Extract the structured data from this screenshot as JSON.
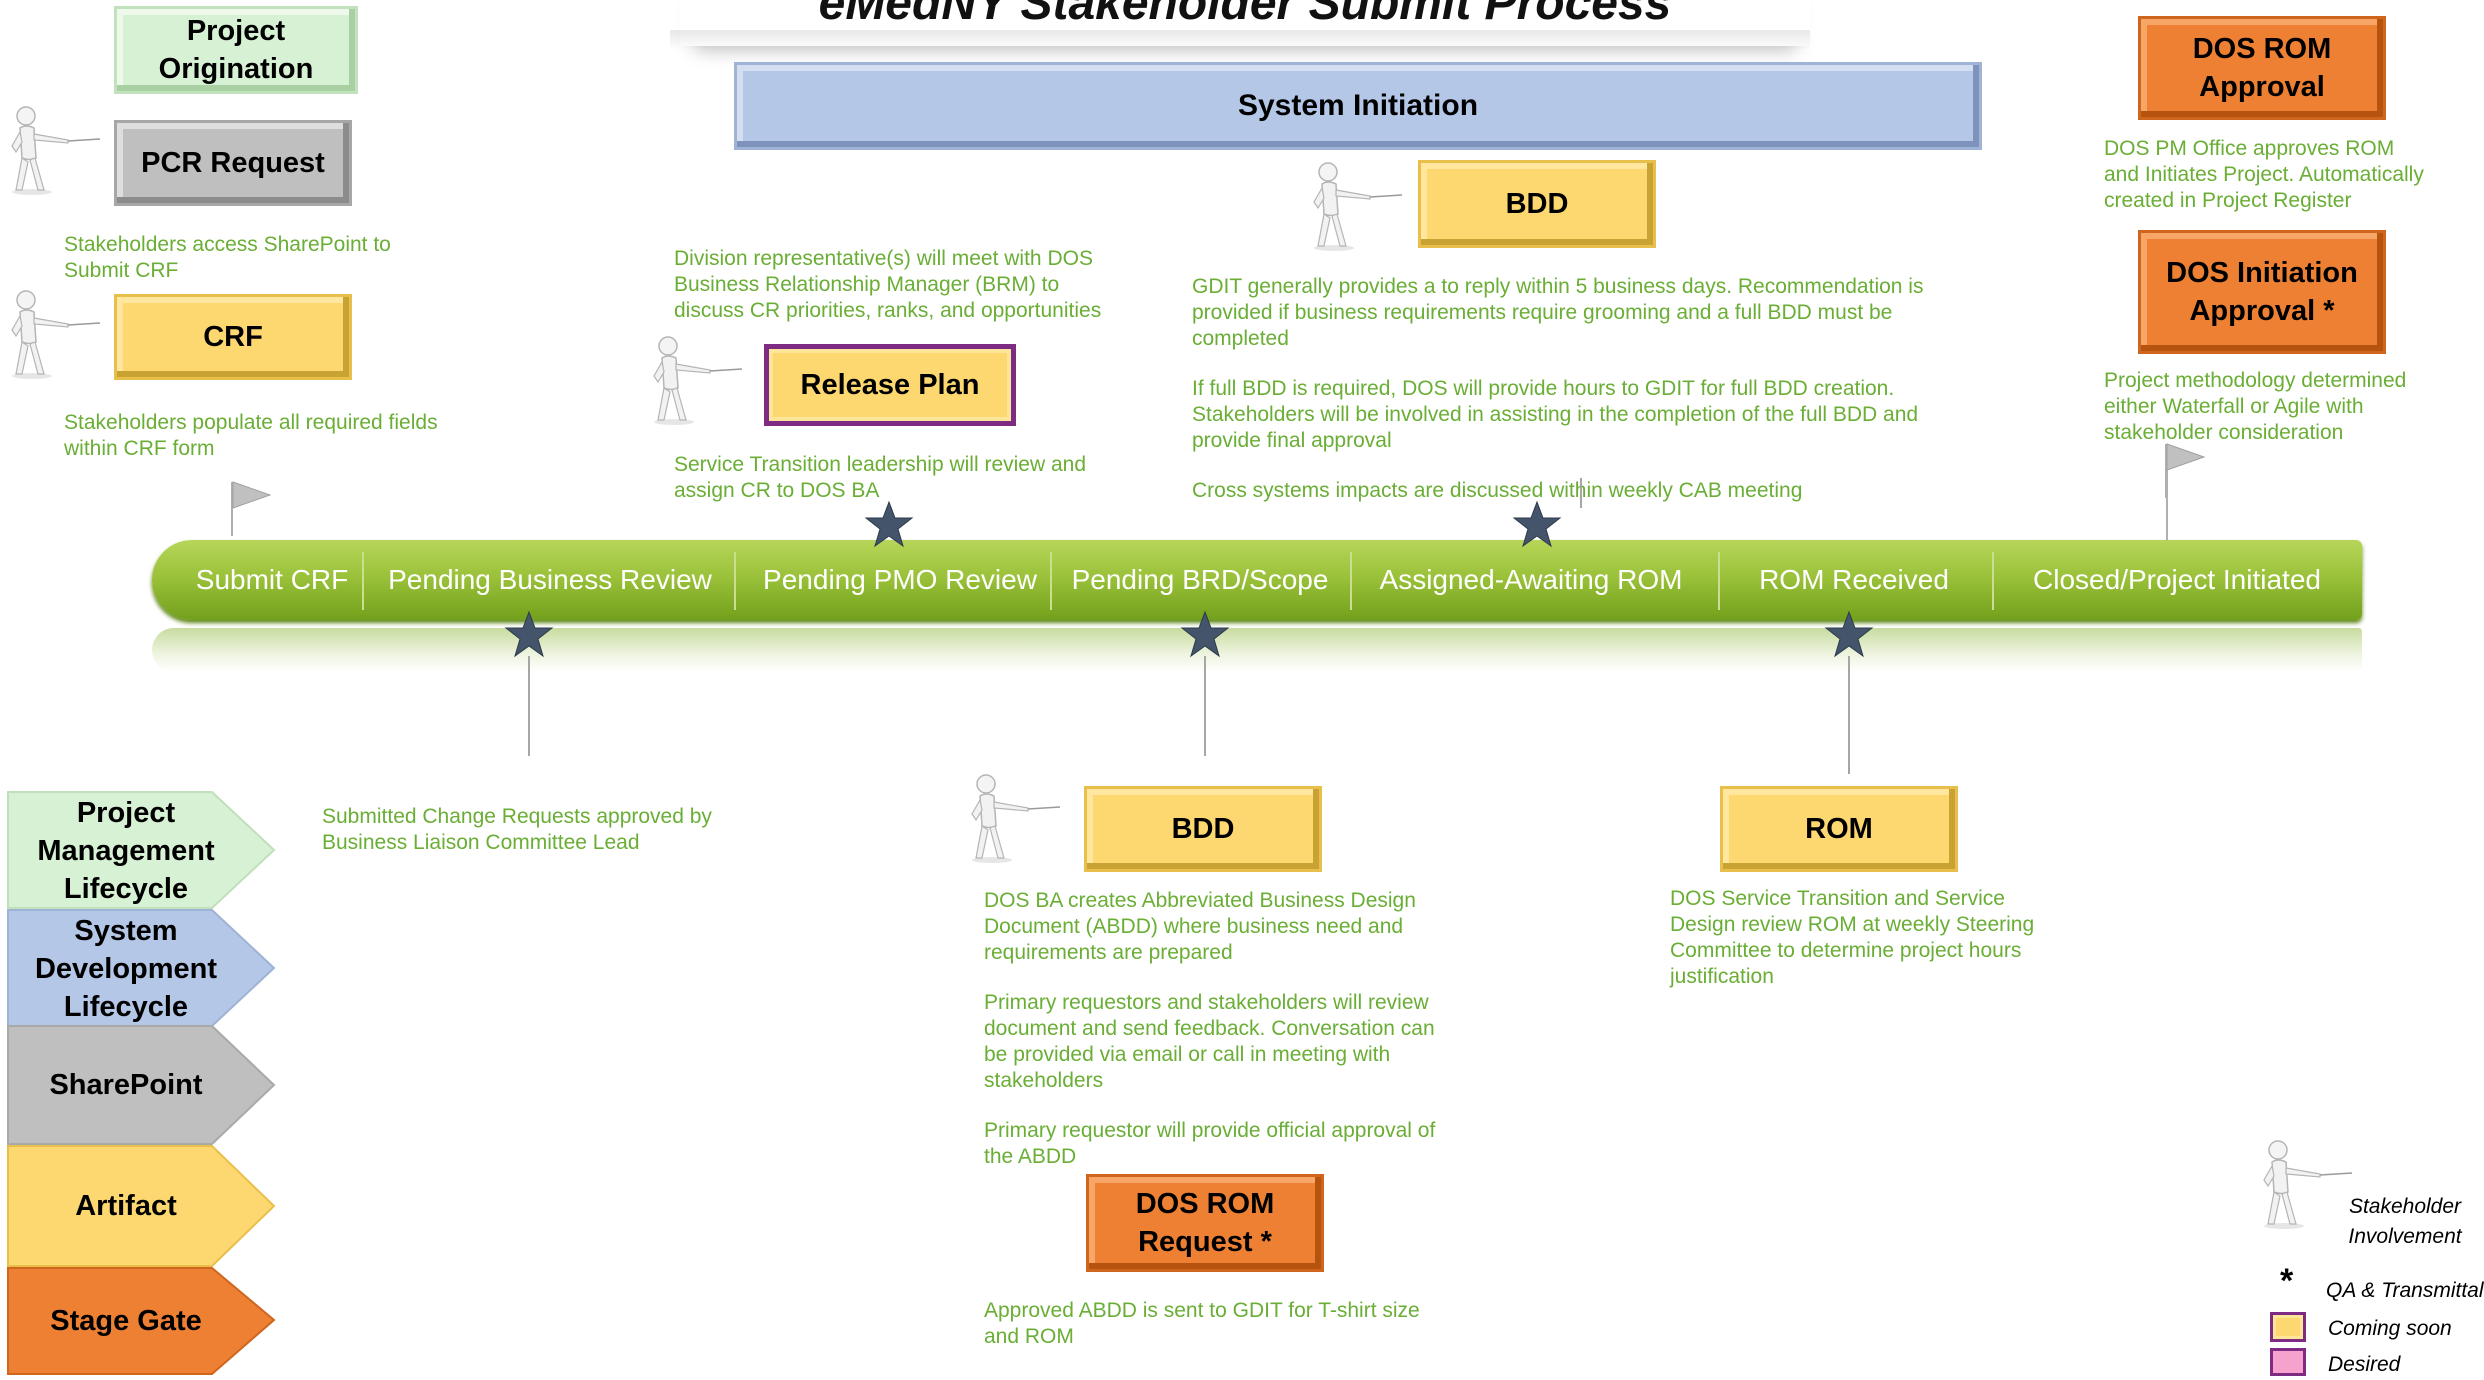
{
  "title": "eMedNY Stakeholder Submit Process",
  "boxes": {
    "project_origination": "Project Origination",
    "pcr_request": "PCR Request",
    "crf": "CRF",
    "system_initiation": "System Initiation",
    "bdd_top": "BDD",
    "release_plan": "Release Plan",
    "dos_rom_approval": "DOS ROM Approval",
    "dos_initiation_approval": "DOS Initiation Approval *",
    "bdd_bottom": "BDD",
    "rom": "ROM",
    "dos_rom_request": "DOS ROM Request *"
  },
  "notes": {
    "sharepoint_access": "Stakeholders access SharePoint to Submit CRF",
    "populate_fields": "Stakeholders populate all required fields within CRF form",
    "division_rep": "Division representative(s) will meet with DOS Business Relationship Manager (BRM) to discuss CR priorities, ranks, and opportunities",
    "service_transition": "Service Transition leadership will review and assign CR to DOS BA",
    "gdit_reply": "GDIT generally provides a to reply within 5 business days.  Recommendation is provided if business requirements require grooming and a full BDD must be completed",
    "full_bdd": "If full BDD is required, DOS will provide hours to GDIT for full BDD creation. Stakeholders will be involved in assisting in the completion of the full BDD and provide final approval",
    "cross_systems": "Cross systems impacts are discussed within weekly CAB meeting",
    "pm_office": "DOS PM Office approves ROM and Initiates Project. Automatically created in Project Register",
    "methodology": "Project methodology determined either Waterfall or Agile with stakeholder consideration",
    "submitted_cr": "Submitted Change Requests approved by Business Liaison Committee Lead",
    "dos_ba_abdd": "DOS BA creates Abbreviated Business Design Document (ABDD) where business need and requirements are prepared",
    "primary_review": "Primary requestors and stakeholders will review document and send feedback. Conversation can be provided via email or call in meeting with stakeholders",
    "primary_approval": "Primary requestor will provide official approval of the ABDD",
    "abdd_sent": "Approved ABDD is sent to GDIT for T-shirt size and ROM",
    "rom_review": "DOS Service Transition and Service Design review ROM at weekly Steering Committee to determine project hours justification"
  },
  "stages": [
    "Submit CRF",
    "Pending Business Review",
    "Pending PMO Review",
    "Pending BRD/Scope",
    "Assigned-Awaiting ROM",
    "ROM Received",
    "Closed/Project Initiated"
  ],
  "legend": {
    "pml": "Project Management Lifecycle",
    "sdl": "System Development Lifecycle",
    "sharepoint": "SharePoint",
    "artifact": "Artifact",
    "stage_gate": "Stage Gate"
  },
  "key": {
    "stakeholder": "Stakeholder Involvement",
    "asterisk_symbol": "*",
    "qa": "QA & Transmittal",
    "coming_soon": "Coming soon",
    "desired": "Desired"
  },
  "colors": {
    "note_text": "#6aae35",
    "timeline_bar": "#9bc23a",
    "stage_text": "#ffffff",
    "star": "#44546a",
    "green": "#d7f1d4",
    "gray": "#bfbfbf",
    "yellow": "#fdd870",
    "orange": "#ee8034",
    "blue": "#b4c7e7",
    "purple_border": "#7d2b83",
    "pink": "#f7a1cf"
  },
  "icons": [
    "stick-figure-pointer-icon",
    "milestone-star-icon",
    "flag-icon"
  ]
}
